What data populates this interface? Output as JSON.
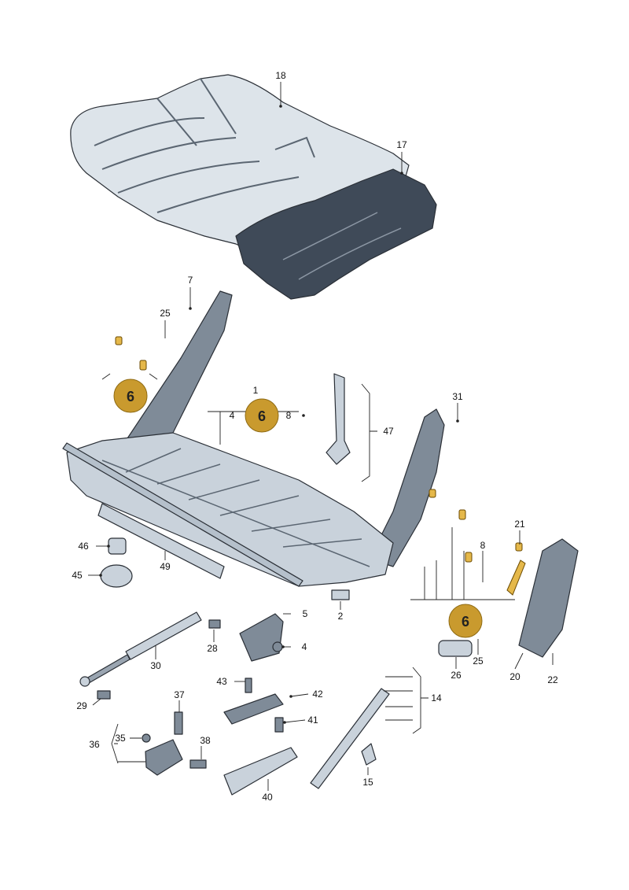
{
  "callouts": [
    {
      "id": "c6a",
      "text": "6"
    },
    {
      "id": "c6b",
      "text": "6"
    },
    {
      "id": "c6c",
      "text": "6"
    }
  ],
  "labels": {
    "l1": "1",
    "l2": "2",
    "l4a": "4",
    "l4b": "4",
    "l5": "5",
    "l7": "7",
    "l8a": "8",
    "l8b": "8",
    "l14": "14",
    "l15": "15",
    "l17": "17",
    "l18": "18",
    "l20": "20",
    "l21": "21",
    "l22": "22",
    "l25a": "25",
    "l25b": "25",
    "l26": "26",
    "l28": "28",
    "l29": "29",
    "l30": "30",
    "l31": "31",
    "l35": "35",
    "l36": "36",
    "l37": "37",
    "l38": "38",
    "l40": "40",
    "l41": "41",
    "l42": "42",
    "l43": "43",
    "l45": "45",
    "l46": "46",
    "l47": "47",
    "l49": "49"
  },
  "colors": {
    "highlight": "#e5b84a",
    "callout_fill": "#c99a2e",
    "frame": "#7f8b98",
    "foam": "#3f4a58"
  }
}
